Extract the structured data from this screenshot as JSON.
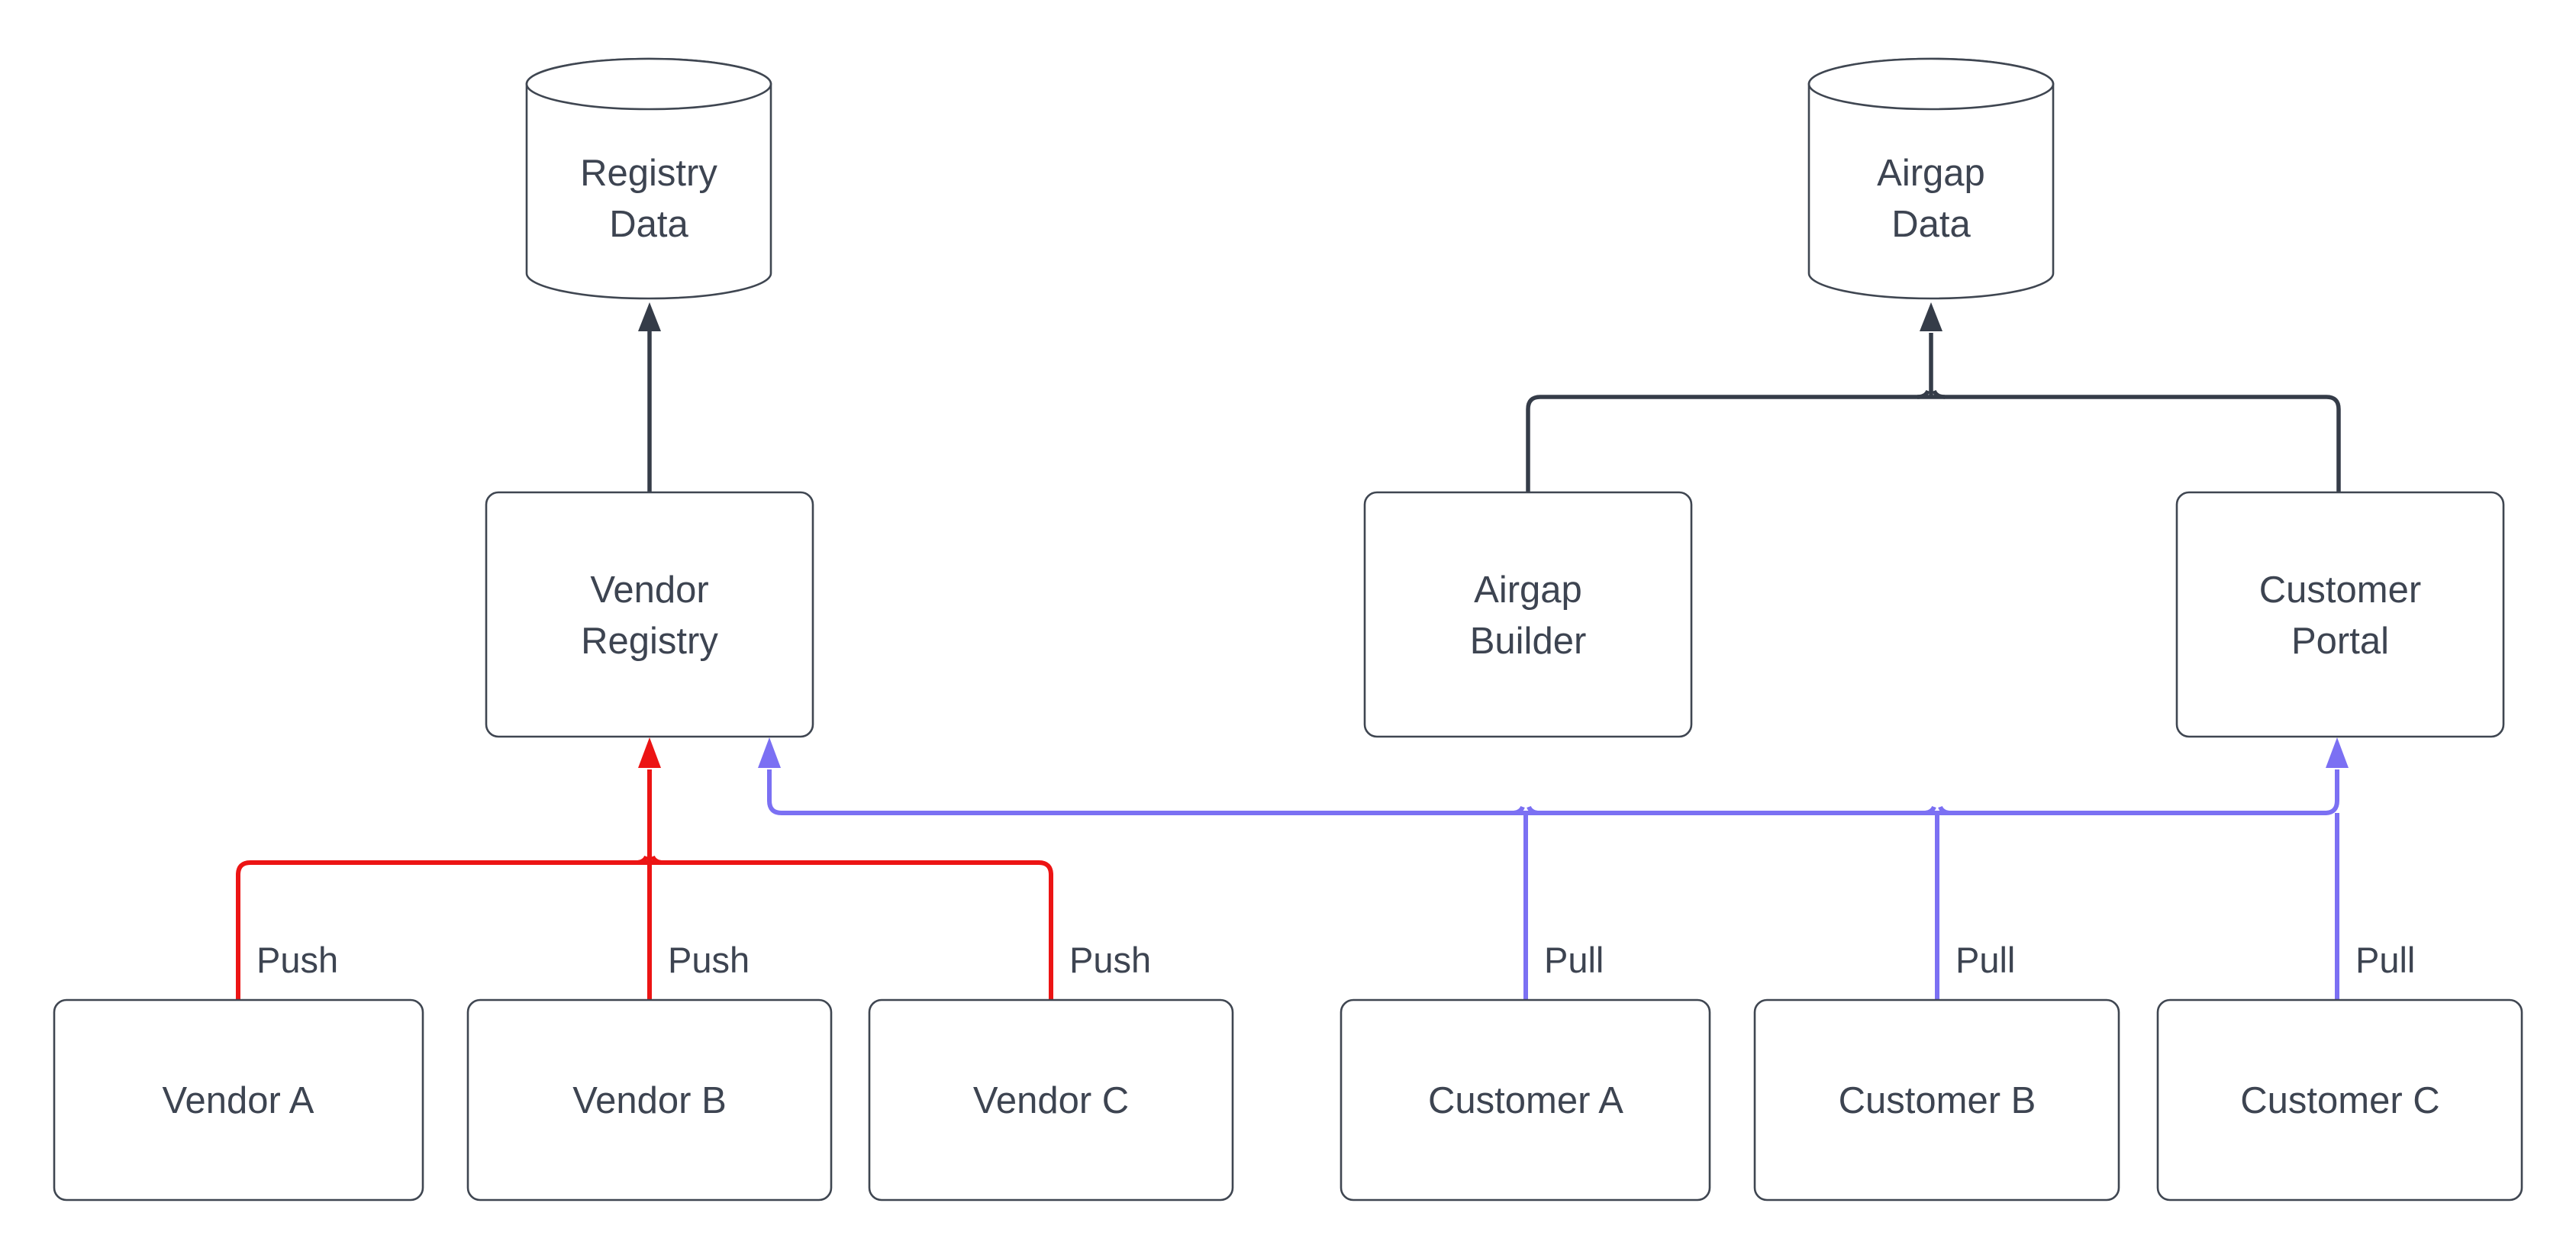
{
  "diagram": {
    "kind": "flowchart",
    "background": "#ffffff"
  },
  "colors": {
    "flow": "#353c48",
    "push": "#ec1414",
    "pull": "#7b70f3",
    "node_border": "#3f4651",
    "node_fill": "#ffffff",
    "text": "#3d4451"
  },
  "nodes": {
    "registry_data": {
      "line1": "Registry",
      "line2": "Data"
    },
    "airgap_data": {
      "line1": "Airgap",
      "line2": "Data"
    },
    "vendor_registry": {
      "line1": "Vendor",
      "line2": "Registry"
    },
    "airgap_builder": {
      "line1": "Airgap",
      "line2": "Builder"
    },
    "customer_portal": {
      "line1": "Customer",
      "line2": "Portal"
    },
    "vendor_a": {
      "label": "Vendor A"
    },
    "vendor_b": {
      "label": "Vendor B"
    },
    "vendor_c": {
      "label": "Vendor C"
    },
    "customer_a": {
      "label": "Customer A"
    },
    "customer_b": {
      "label": "Customer B"
    },
    "customer_c": {
      "label": "Customer C"
    }
  },
  "edge_labels": {
    "push": "Push",
    "pull": "Pull"
  }
}
